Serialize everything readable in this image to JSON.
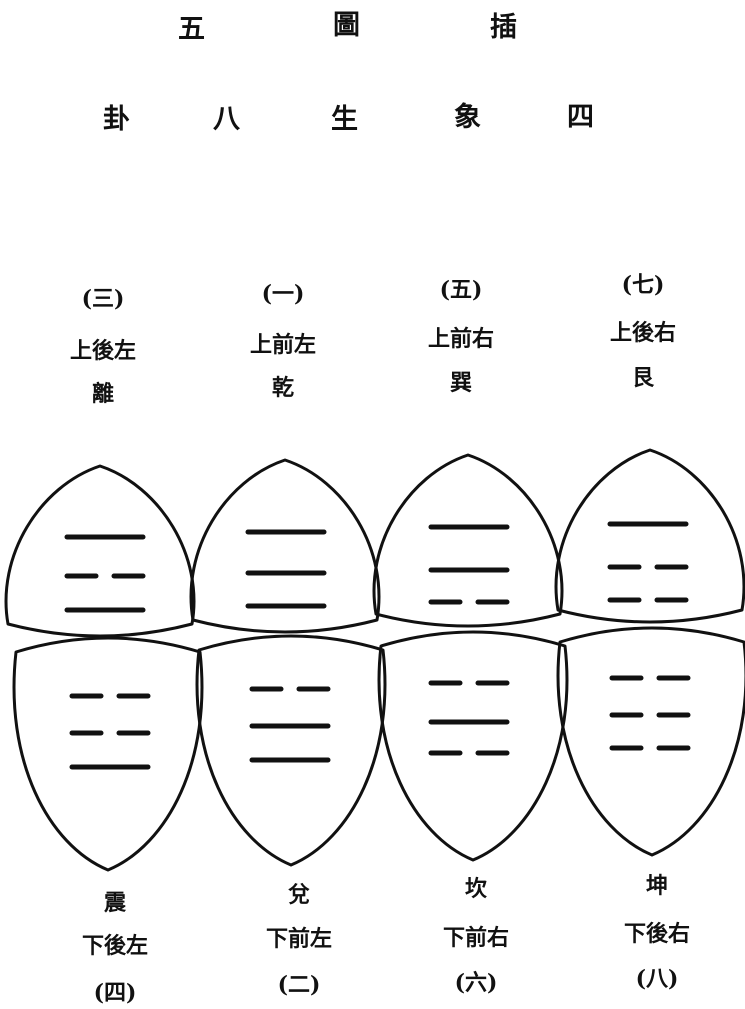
{
  "title": {
    "line1": [
      "五",
      "圖",
      "插"
    ],
    "line2": [
      "卦",
      "八",
      "生",
      "象",
      "四"
    ]
  },
  "top_labels": [
    {
      "number": "(三)",
      "position": "上後左",
      "trigram": "離"
    },
    {
      "number": "(一)",
      "position": "上前左",
      "trigram": "乾"
    },
    {
      "number": "(五)",
      "position": "上前右",
      "trigram": "巽"
    },
    {
      "number": "(七)",
      "position": "上後右",
      "trigram": "艮"
    }
  ],
  "bottom_labels": [
    {
      "trigram": "震",
      "position": "下後左",
      "number": "(四)"
    },
    {
      "trigram": "兌",
      "position": "下前左",
      "number": "(二)"
    },
    {
      "trigram": "坎",
      "position": "下前右",
      "number": "(六)"
    },
    {
      "trigram": "坤",
      "position": "下後右",
      "number": "(八)"
    }
  ],
  "top_lines": [
    [
      "yang",
      "yin",
      "yang"
    ],
    [
      "yang",
      "yang",
      "yang"
    ],
    [
      "yang",
      "yang",
      "yin"
    ],
    [
      "yang",
      "yin",
      "yin"
    ]
  ],
  "bottom_lines": [
    [
      "yin",
      "yin",
      "yang"
    ],
    [
      "yin",
      "yang",
      "yang"
    ],
    [
      "yin",
      "yang",
      "yin"
    ],
    [
      "yin",
      "yin",
      "yin"
    ]
  ],
  "colors": {
    "ink": "#111111",
    "paper": "#ffffff"
  }
}
